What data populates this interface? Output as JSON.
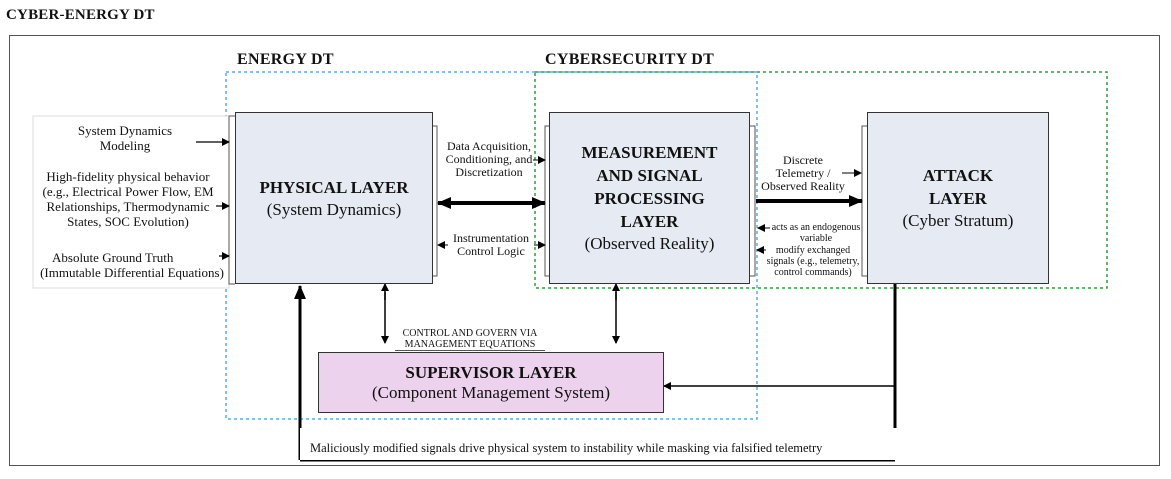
{
  "title": "CYBER-ENERGY DT",
  "regions": {
    "energy_dt": "ENERGY DT",
    "cybersecurity_dt": "CYBERSECURITY DT"
  },
  "inputs": {
    "system_dynamics": "System Dynamics Modeling",
    "high_fidelity": "High-fidelity physical behavior (e.g., Electrical Power Flow, EM Relationships, Thermodynamic States, SOC Evolution)",
    "ground_truth": "Absolute Ground Truth",
    "ground_truth_sub": "(Immutable Differential Equations)"
  },
  "layers": {
    "physical": {
      "title": "PHYSICAL LAYER",
      "subtitle": "(System Dynamics)"
    },
    "measurement": {
      "title": "MEASUREMENT AND SIGNAL PROCESSING LAYER",
      "subtitle": "(Observed Reality)"
    },
    "attack": {
      "title": "ATTACK LAYER",
      "subtitle": "(Cyber Stratum)"
    },
    "supervisor": {
      "title": "SUPERVISOR LAYER",
      "subtitle": "(Component Management System)"
    }
  },
  "labels": {
    "data_acquisition": "Data Acquisition, Conditioning, and Discretization",
    "instrumentation": "Instrumentation Control Logic",
    "discrete_telemetry": "Discrete Telemetry / Observed Reality",
    "endogenous": "acts as an endogenous variable",
    "modify_signals": "modify exchanged signals (e.g., telemetry, control commands)",
    "control_govern": "CONTROL AND GOVERN VIA MANAGEMENT EQUATIONS",
    "bottom": "Maliciously modified signals drive physical system to instability while masking via falsified telemetry"
  }
}
